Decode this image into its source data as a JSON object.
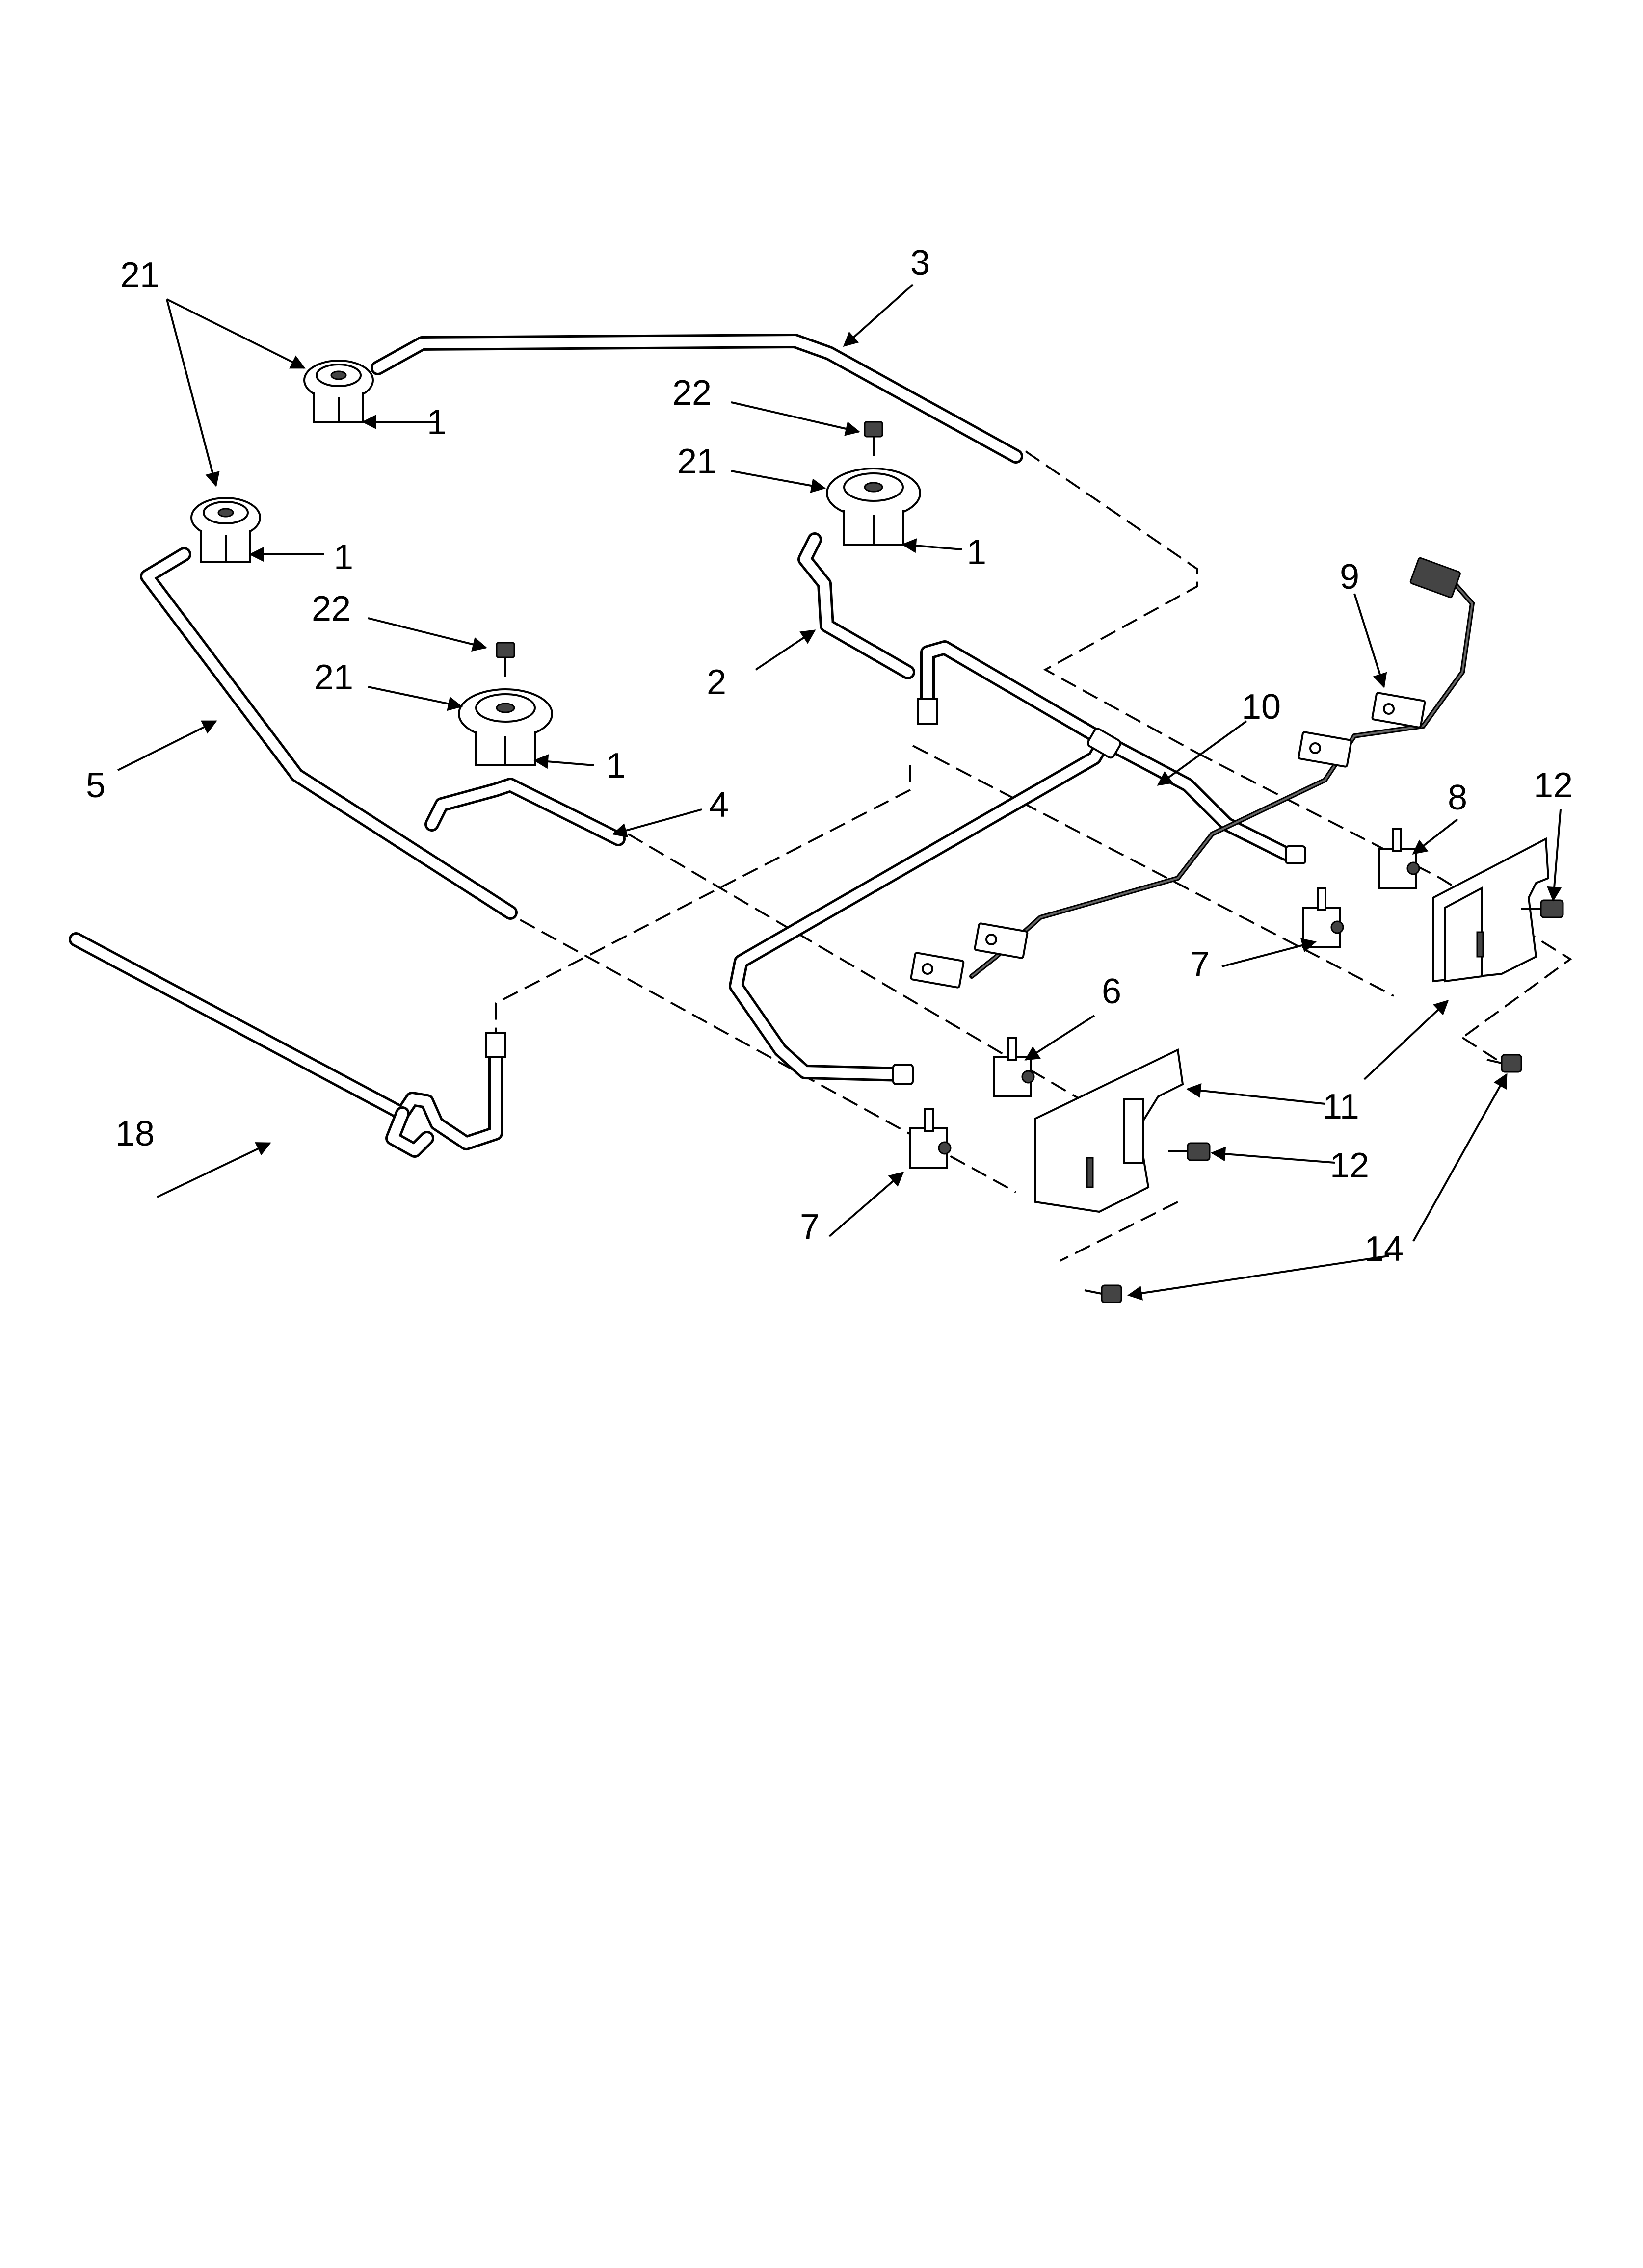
{
  "diagram": {
    "callouts": {
      "burner_base": "1",
      "manifold_tube_2": "2",
      "manifold_tube_3": "3",
      "manifold_tube_4": "4",
      "manifold_tube_5": "5",
      "valve_6": "6",
      "valve_7": "7",
      "valve_8": "8",
      "spark_switch_9": "9",
      "wire_harness_10": "10",
      "bracket_11": "11",
      "screw_12": "12",
      "screw_14": "14",
      "supply_tube_18": "18",
      "burner_head_21": "21",
      "screw_22": "22"
    }
  }
}
